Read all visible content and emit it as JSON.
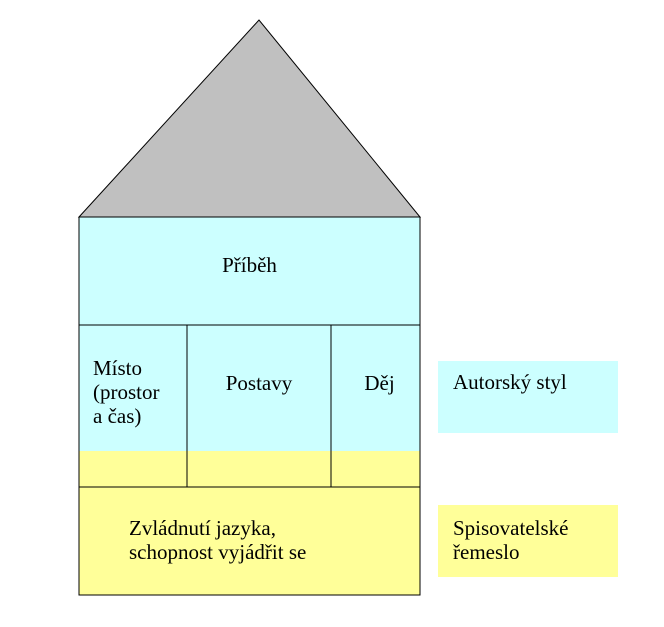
{
  "colors": {
    "roof": "#c0c0c0",
    "story_style": "#ccffff",
    "craft": "#ffff99",
    "outline": "#000000"
  },
  "house": {
    "top_label": "Příběh",
    "columns": [
      {
        "lines": [
          "Místo",
          "(prostor",
          "a čas)"
        ]
      },
      {
        "lines": [
          "Postavy"
        ]
      },
      {
        "lines": [
          "Děj"
        ]
      }
    ],
    "foundation_lines": [
      "Zvládnutí jazyka,",
      "schopnost vyjádřit se"
    ]
  },
  "legend": [
    {
      "color_key": "story_style",
      "lines": [
        "Autorský styl"
      ]
    },
    {
      "color_key": "craft",
      "lines": [
        "Spisovatelské",
        "řemeslo"
      ]
    }
  ]
}
